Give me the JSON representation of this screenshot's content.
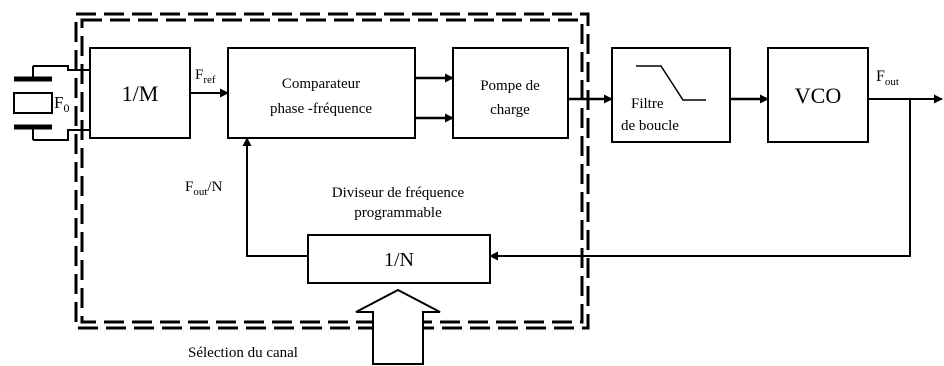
{
  "blocks": {
    "reference_divider": "1/M",
    "comparator_line1": "Comparateur",
    "comparator_line2": "phase -fréquence",
    "charge_pump_line1": "Pompe de",
    "charge_pump_line2": "charge",
    "loop_filter_line1": "Filtre",
    "loop_filter_line2": "de boucle",
    "vco": "VCO",
    "feedback_divider": "1/N"
  },
  "signals": {
    "crystal_main": "F",
    "crystal_sub": "0",
    "ref_main": "F",
    "ref_sub": "ref",
    "out_main": "F",
    "out_sub": "out",
    "feedback_main": "F",
    "feedback_sub": "out",
    "feedback_suffix": "/N"
  },
  "labels": {
    "divider_caption_line1": "Diviseur de fréquence",
    "divider_caption_line2": "programmable",
    "channel_selection": "Sélection du canal"
  }
}
